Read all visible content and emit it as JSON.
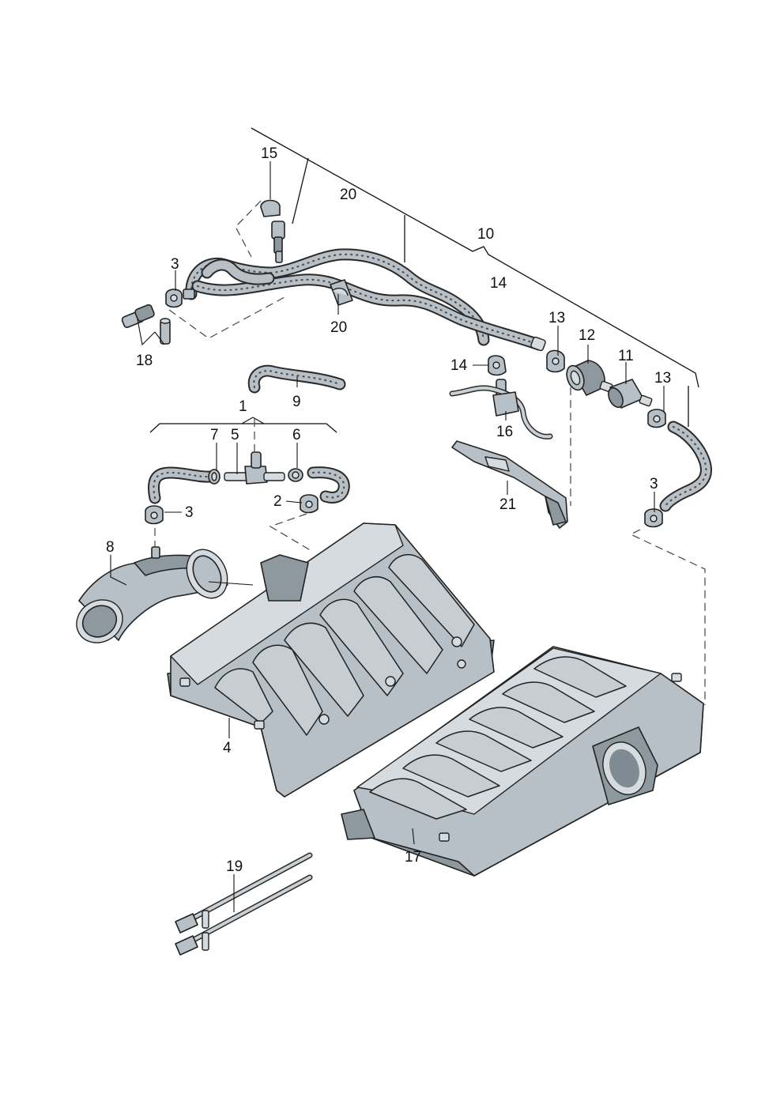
{
  "labels": {
    "l1": "1",
    "l2": "2",
    "l3a": "3",
    "l3b": "3",
    "l3c": "3",
    "l4": "4",
    "l5": "5",
    "l6": "6",
    "l7": "7",
    "l8": "8",
    "l9": "9",
    "l10": "10",
    "l11": "11",
    "l12": "12",
    "l13a": "13",
    "l13b": "13",
    "l14a": "14",
    "l14b": "14",
    "l15": "15",
    "l16": "16",
    "l17": "17",
    "l18": "18",
    "l19": "19",
    "l20a": "20",
    "l20b": "20",
    "l21": "21"
  },
  "colors": {
    "part_fill": "#b7c0c6",
    "part_shadow": "#8e999f",
    "outline": "#222222"
  }
}
